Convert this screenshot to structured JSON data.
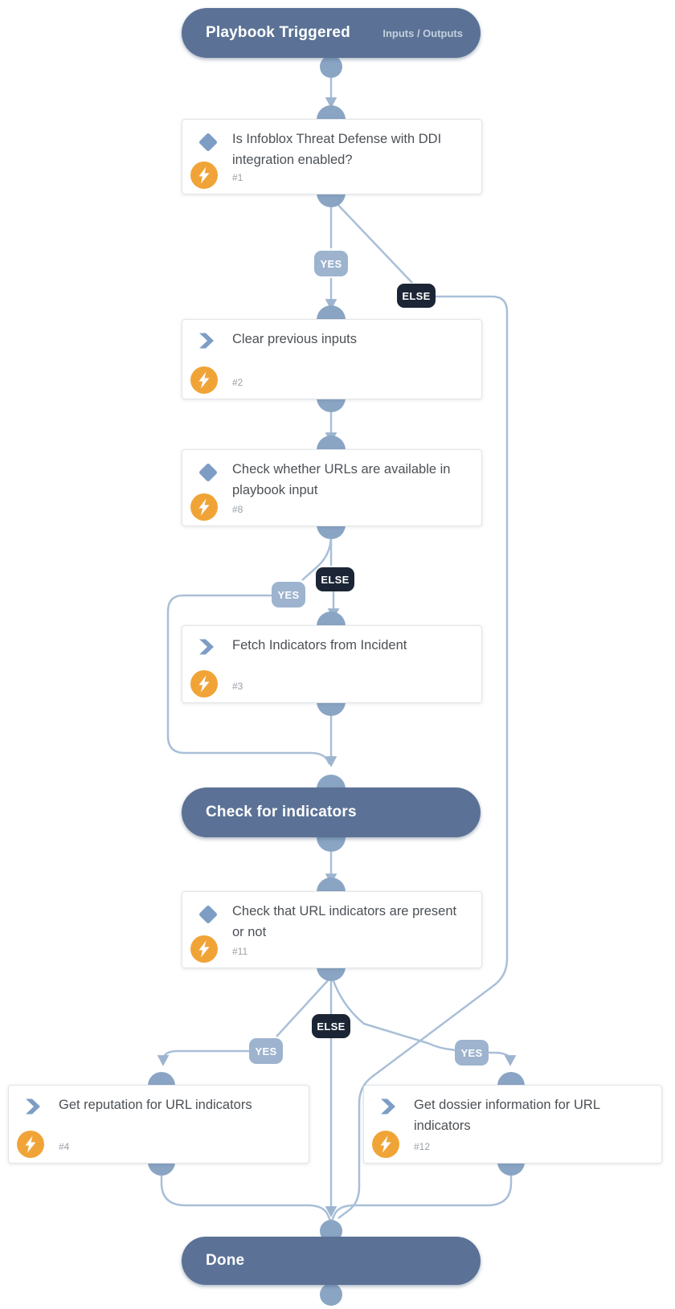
{
  "diagram": {
    "start": {
      "title": "Playbook Triggered",
      "io_link": "Inputs / Outputs"
    },
    "labels": {
      "yes": "YES",
      "else": "ELSE"
    },
    "nodes": [
      {
        "num": "#1",
        "title": "Is Infoblox Threat Defense with DDI integration enabled?",
        "type": "condition"
      },
      {
        "num": "#2",
        "title": "Clear previous inputs",
        "type": "task"
      },
      {
        "num": "#8",
        "title": "Check whether URLs are available in playbook input",
        "type": "condition"
      },
      {
        "num": "#3",
        "title": "Fetch Indicators from Incident",
        "type": "task"
      },
      {
        "num": "#11",
        "title": "Check that URL indicators are present or not",
        "type": "condition"
      },
      {
        "num": "#4",
        "title": "Get reputation for URL indicators",
        "type": "task"
      },
      {
        "num": "#12",
        "title": "Get dossier information for URL indicators",
        "type": "task"
      }
    ],
    "sections": {
      "check": "Check for indicators",
      "done": "Done"
    },
    "icons": {
      "condition": "diamond-icon",
      "task": "chevron-icon",
      "automation": "lightning-icon"
    },
    "colors": {
      "section_pill": "#5b7296",
      "connector_line": "#a9bfd8",
      "connector_anchor": "#8aa5c4",
      "yes_badge": "#9db3ce",
      "else_badge": "#1b2535",
      "automation_badge": "#f0a437",
      "node_icon": "#7d9dc4",
      "title_text": "#4c5156"
    }
  }
}
